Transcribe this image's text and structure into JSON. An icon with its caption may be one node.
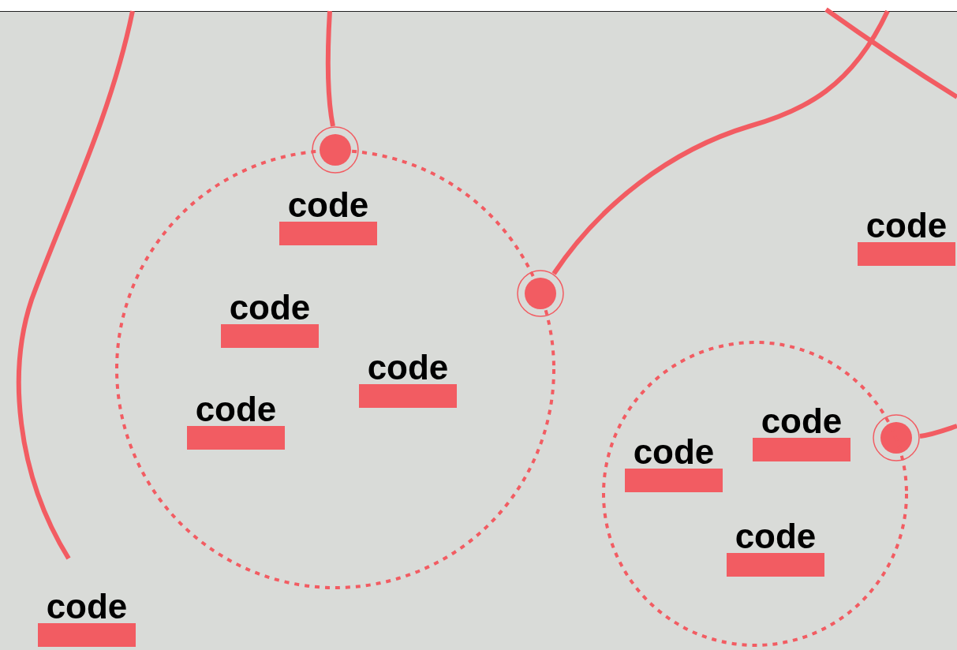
{
  "diagram": {
    "nodes": [
      {
        "text": [],
        "shape": "circle"
      },
      {
        "text": [],
        "shape": "circle"
      },
      {
        "text": [
          "code"
        ],
        "in": 0
      },
      {
        "text": [
          "code"
        ]
      },
      {
        "text": [
          "code"
        ],
        "in": 0
      },
      {
        "text": [
          "code"
        ],
        "in": 0
      },
      {
        "text": [
          "code"
        ],
        "in": 0
      },
      {
        "text": [],
        "shape": "circle"
      },
      {
        "text": [],
        "shape": "circle"
      },
      {
        "text": [],
        "shape": "circle"
      },
      {
        "text": [
          "code"
        ],
        "in": 9
      },
      {
        "text": [
          "code"
        ],
        "in": 9
      },
      {
        "text": [
          "code"
        ],
        "in": 9
      },
      {
        "text": [
          "code"
        ]
      }
    ],
    "edges": [
      {
        "from": null,
        "to": 1,
        "arrow": "none"
      },
      {
        "from": null,
        "to": 7,
        "arrow": "none"
      },
      {
        "from": null,
        "to": 8,
        "arrow": "none"
      },
      {
        "from": null,
        "to": 13,
        "arrow": "none"
      }
    ]
  }
}
